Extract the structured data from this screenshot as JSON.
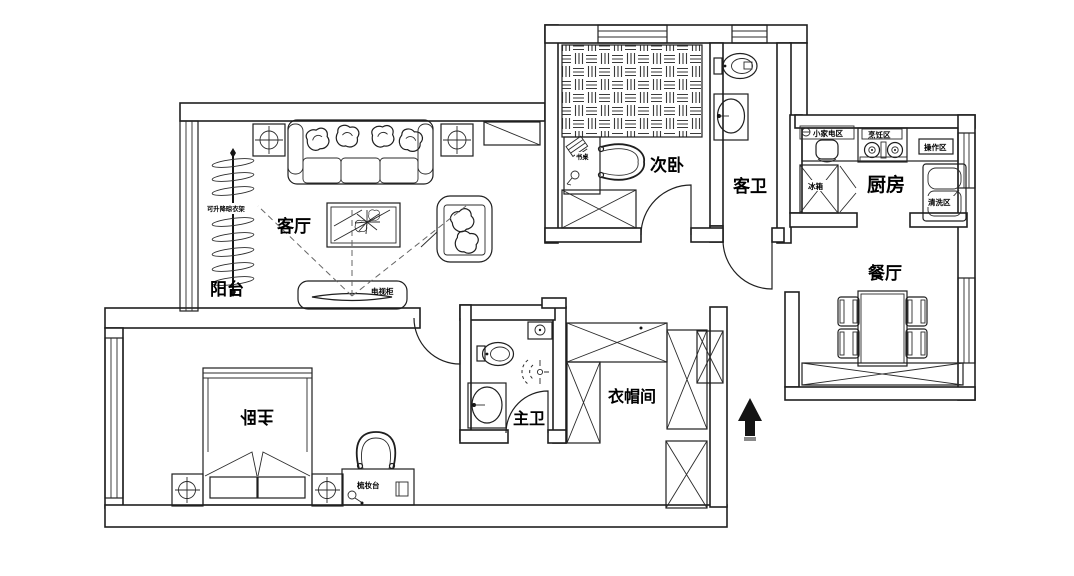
{
  "rooms": {
    "balcony": "阳台",
    "living": "客厅",
    "bedroom2": "次卧",
    "guest_bath": "客卫",
    "kitchen": "厨房",
    "dining": "餐厅",
    "master": "主卧",
    "master_bath": "主卫",
    "cloakroom": "衣帽间"
  },
  "furniture": {
    "tv_cabinet": "电视柜",
    "desk": "书桌",
    "dresser": "梳妆台",
    "fridge": "冰箱",
    "drying_rack": "可升降晾衣架"
  },
  "kitchen_zones": {
    "small_appliance": "小家电区",
    "cooking": "烹饪区",
    "operation": "操作区",
    "washing": "清洗区"
  },
  "colors": {
    "wall_line": "#1f1f1f",
    "dash_line": "#666666",
    "background": "#ffffff",
    "north_arrow": "#141414"
  }
}
